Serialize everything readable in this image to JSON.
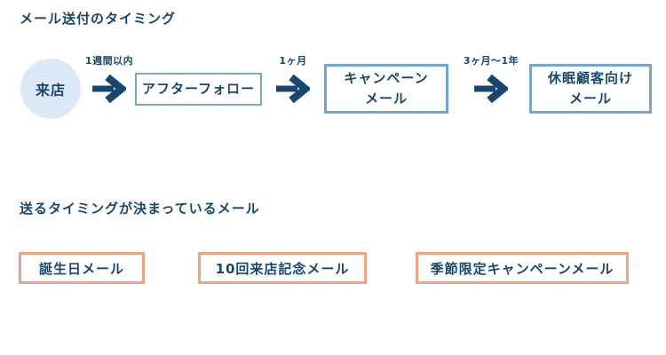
{
  "colors": {
    "text_navy": "#17476F",
    "circle_fill": "#DCEAF7",
    "flow_box_border": "#72A7D3",
    "fixed_box_border": "#F3A383",
    "background": "#FFFFFF"
  },
  "flow_section": {
    "title": "メール送付のタイミング",
    "start_node_label": "来店",
    "steps": [
      {
        "interval": "1週間以内",
        "lines": [
          "アフターフォロー"
        ]
      },
      {
        "interval": "1ヶ月",
        "lines": [
          "キャンペーン",
          "メール"
        ]
      },
      {
        "interval": "3ヶ月～1年",
        "lines": [
          "休眠顧客向け",
          "メール"
        ]
      }
    ]
  },
  "fixed_section": {
    "title": "送るタイミングが決まっているメール",
    "items": [
      {
        "label": "誕生日メール"
      },
      {
        "label": "10回来店記念メール"
      },
      {
        "label": "季節限定キャンペーンメール"
      }
    ]
  },
  "icons": {
    "arrow": "right-arrow"
  }
}
